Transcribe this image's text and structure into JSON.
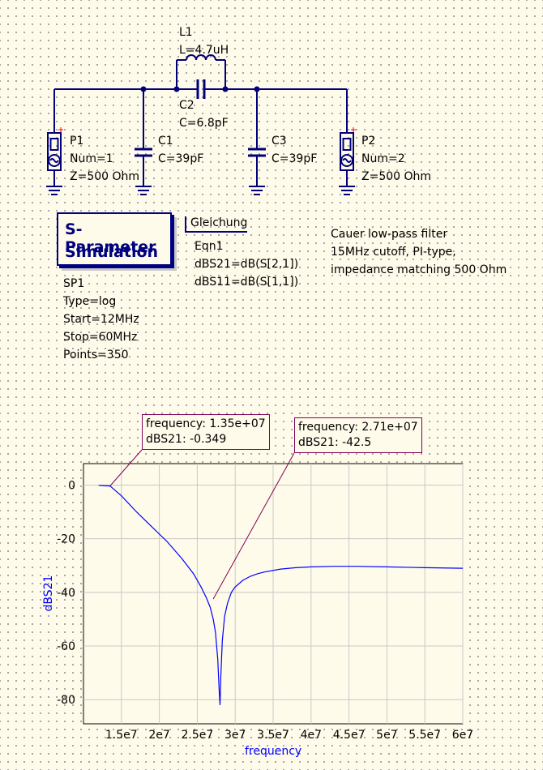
{
  "schematic": {
    "l1": {
      "name": "L1",
      "value": "L=4.7uH"
    },
    "c2": {
      "name": "C2",
      "value": "C=6.8pF"
    },
    "c1": {
      "name": "C1",
      "value": "C=39pF"
    },
    "c3": {
      "name": "C3",
      "value": "C=39pF"
    },
    "p1": {
      "name": "P1",
      "num": "Num=1",
      "z": "Z=500 Ohm"
    },
    "p2": {
      "name": "P2",
      "num": "Num=2",
      "z": "Z=500 Ohm"
    },
    "wire_color": "#00007b"
  },
  "simulation": {
    "title_line1": "S-Parameter",
    "title_line2": "Simulation",
    "name": "SP1",
    "type": "Type=log",
    "start": "Start=12MHz",
    "stop": "Stop=60MHz",
    "points": "Points=350"
  },
  "equation": {
    "header": "Gleichung",
    "name": "Eqn1",
    "line1": "dBS21=dB(S[2,1])",
    "line2": "dBS11=dB(S[1,1])"
  },
  "note": {
    "line1": "Cauer low-pass filter",
    "line2": "15MHz cutoff, PI-type,",
    "line3": "impedance matching 500 Ohm"
  },
  "markers": [
    {
      "freq": "frequency: 1.35e+07",
      "val": "dBS21: -0.349"
    },
    {
      "freq": "frequency: 2.71e+07",
      "val": "dBS21: -42.5"
    }
  ],
  "chart_data": {
    "type": "line",
    "xlabel": "frequency",
    "ylabel": "dBS21",
    "xlim": [
      10000000,
      60000000
    ],
    "ylim": [
      -89,
      8
    ],
    "x_ticks": [
      15000000,
      20000000,
      25000000,
      30000000,
      35000000,
      40000000,
      45000000,
      50000000,
      55000000,
      60000000
    ],
    "x_tick_labels": [
      "1.5e7",
      "2e7",
      "2.5e7",
      "3e7",
      "3.5e7",
      "4e7",
      "4.5e7",
      "5e7",
      "5.5e7",
      "6e7"
    ],
    "y_ticks": [
      0,
      -20,
      -40,
      -60,
      -80
    ],
    "y_tick_labels": [
      "0",
      "-20",
      "-40",
      "-60",
      "-80"
    ],
    "grid": true,
    "series": [
      {
        "color": "#0000ff",
        "x": [
          12000000,
          13500000,
          15000000,
          17000000,
          19000000,
          21000000,
          23000000,
          24500000,
          25500000,
          26200000,
          26700000,
          27100000,
          27400000,
          27700000,
          27900000,
          28000000,
          28100000,
          28300000,
          28600000,
          29000000,
          29500000,
          30000000,
          31000000,
          32000000,
          33000000,
          34000000,
          36000000,
          38000000,
          40000000,
          43000000,
          46000000,
          50000000,
          55000000,
          60000000
        ],
        "y": [
          -0.1,
          -0.35,
          -4,
          -10,
          -15.5,
          -21,
          -27.5,
          -33,
          -38,
          -42,
          -45.5,
          -50,
          -55,
          -65,
          -77,
          -82,
          -72,
          -58,
          -49,
          -44,
          -40,
          -38,
          -35.5,
          -34,
          -33,
          -32.3,
          -31.3,
          -30.8,
          -30.5,
          -30.3,
          -30.3,
          -30.5,
          -30.8,
          -31
        ]
      }
    ]
  }
}
